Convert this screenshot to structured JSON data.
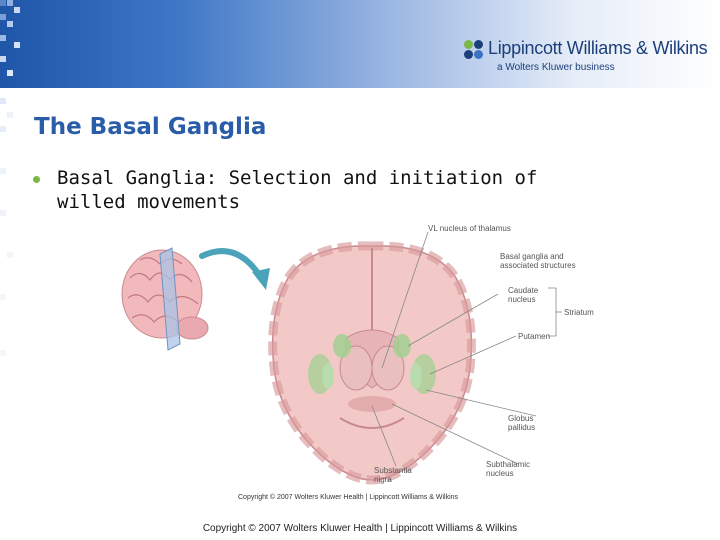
{
  "header": {
    "logo_name": "Lippincott Williams & Wilkins",
    "logo_tagline": "a Wolters Kluwer business"
  },
  "slide": {
    "title": "The Basal Ganglia",
    "bullets": [
      "Basal Ganglia: Selection and initiation of willed movements"
    ]
  },
  "figure": {
    "labels": {
      "vl_nucleus": "VL nucleus of thalamus",
      "basal_ganglia": "Basal ganglia and associated structures",
      "caudate": "Caudate nucleus",
      "striatum": "Striatum",
      "putamen": "Putamen",
      "globus": "Globus pallidus",
      "subthalamic": "Subthalamic nucleus",
      "substantia": "Substantia nigra"
    },
    "credit": "Copyright © 2007 Wolters Kluwer Health | Lippincott Williams & Wilkins"
  },
  "footer": {
    "copyright": "Copyright © 2007 Wolters Kluwer Health | Lippincott Williams & Wilkins"
  },
  "colors": {
    "title": "#2a5da8",
    "bullet": "#7ab648",
    "brain_tissue": "#f2c9c6",
    "grey_matter": "#d99a9b",
    "basal_ganglia_highlight": "#9ed18f"
  }
}
